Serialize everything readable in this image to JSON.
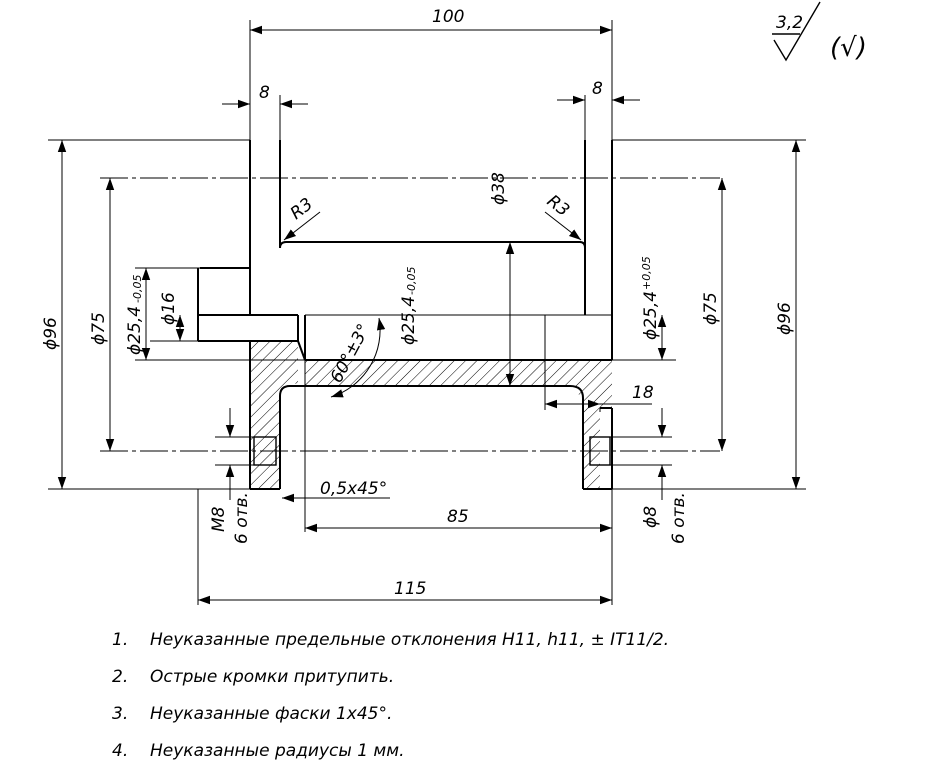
{
  "dimensions": {
    "overall_length": "100",
    "flange_thickness_left": "8",
    "flange_thickness_right": "8",
    "dia_outer_left": "ϕ96",
    "dia_outer_right": "ϕ96",
    "dia_bolt_circle_left": "ϕ75",
    "dia_bolt_circle_right": "ϕ75",
    "dia_bore_left": "ϕ25,4",
    "dia_bore_left_tol": "-0,05",
    "dia_small_left": "ϕ16",
    "dia_center": "ϕ25,4",
    "dia_center_tol": "-0,05",
    "dia_bore_right": "ϕ25,4",
    "dia_bore_right_tol": "+0,05",
    "dia_inner_38": "ϕ38",
    "radius_left": "R3",
    "radius_right": "R3",
    "angle": "60°±3°",
    "chamfer": "0,5x45°",
    "length_85": "85",
    "length_115": "115",
    "length_18": "18",
    "thread_label": "M8",
    "thread_holes": "6 отв.",
    "hole_dia_label": "ϕ8",
    "hole_count_right": "6 отв."
  },
  "surface_finish": {
    "roughness": "3,2",
    "symbol_note": "(√)"
  },
  "notes": [
    {
      "num": "1.",
      "text": "Неуказанные предельные отклонения Н11, h11, ± IT11/2."
    },
    {
      "num": "2.",
      "text": "Острые кромки притупить."
    },
    {
      "num": "3.",
      "text": "Неуказанные фаски 1х45°."
    },
    {
      "num": "4.",
      "text": "Неуказанные радиусы 1 мм."
    }
  ]
}
